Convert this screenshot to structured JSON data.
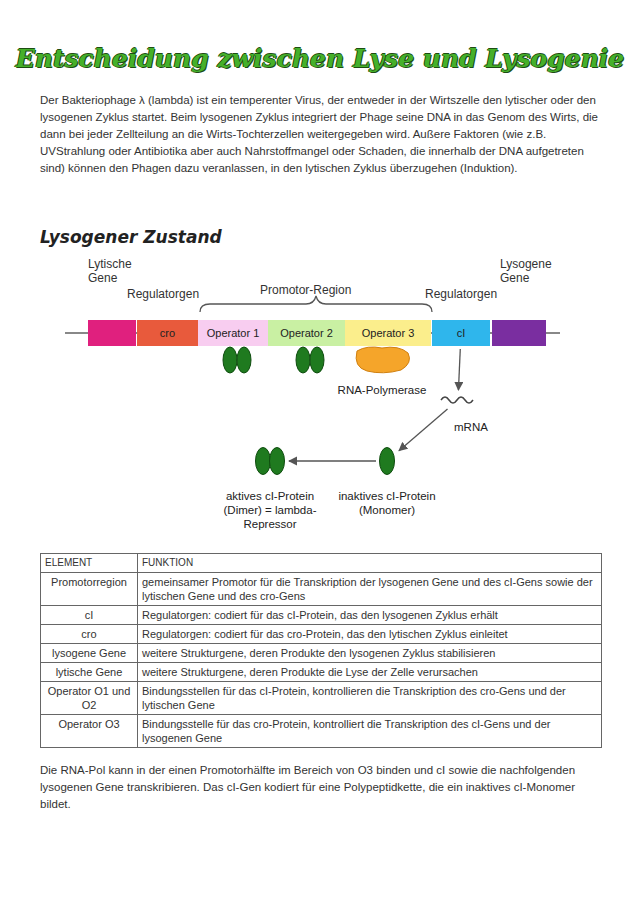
{
  "diagram": {
    "title": "Entscheidung zwischen Lyse und Lysogenie",
    "nodes": [
      {
        "text": [
          "cro"
        ]
      },
      {
        "text": [
          "Operator 1"
        ]
      },
      {
        "text": [
          "Operator 2"
        ]
      },
      {
        "text": [
          "Operator 3"
        ]
      },
      {
        "text": [
          "cI"
        ]
      },
      {
        "text": [
          "RNA-Polymerase"
        ]
      },
      {
        "text": [
          "mRNA"
        ]
      },
      {
        "text": [
          "inaktives cI-Protein (Monomer)"
        ]
      },
      {
        "text": [
          "aktives cI-Protein (Dimer) = lambda-Repressor"
        ]
      }
    ],
    "edges": [
      {
        "from": 4,
        "to": 6,
        "arrow": "to"
      },
      {
        "from": 6,
        "to": 7,
        "arrow": "to"
      },
      {
        "from": 7,
        "to": 8,
        "arrow": "to"
      }
    ],
    "labels": [
      "Der Bakteriophage λ (lambda) ist ein temperenter Virus, der entweder in der Wirtszelle den lytischer oder den lysogenen Zyklus startet. Beim lysogenen Zyklus integriert der Phage seine DNA in das Genom des Wirts, die dann bei jeder Zellteilung an die Wirts-Tochterzellen weitergegeben wird. Außere Faktoren (wie z.B. UVStrahlung oder Antibiotika aber auch Nahrstoffmangel oder Schaden, die innerhalb der DNA aufgetreten sind) können den Phagen dazu veranlassen, in den lytischen Zyklus überzugehen (Induktion).",
      "Lysogener Zustand",
      "Lytische Gene",
      "Regulatorgen",
      "Promotor-Region",
      "Regulatorgen",
      "Lysogene Gene",
      "ELEMENT",
      "FUNKTION",
      "Promotorregion",
      "gemeinsamer Promotor für die Transkription der lysogenen Gene und des cI-Gens sowie der lytischen Gene und des cro-Gens",
      "cI",
      "Regulatorgen: codiert für das cI-Protein, das den lysogenen Zyklus erhält",
      "cro",
      "Regulatorgen: codiert für das cro-Protein, das den lytischen Zyklus einleitet",
      "lysogene Gene",
      "weitere Strukturgene, deren Produkte den lysogenen Zyklus stabilisieren",
      "lytische Gene",
      "weitere Strukturgene, deren Produkte die Lyse der Zelle verursachen",
      "Operator O1 und O2",
      "Bindungsstellen für das cI-Protein, kontrollieren die Transkription des cro-Gens und der lytischen Gene",
      "Operator O3",
      "Bindungsstelle für das cro-Protein, kontrolliert die Transkription des cI-Gens und der lysogenen Gene",
      "Die RNA-Pol kann in der einen Promotorhälfte im Bereich von O3 binden und cI sowie die nachfolgenden lysogenen Gene transkribieren. Das cI-Gen kodiert für eine Polypeptidkette, die ein inaktives cI-Monomer bildet."
    ]
  }
}
